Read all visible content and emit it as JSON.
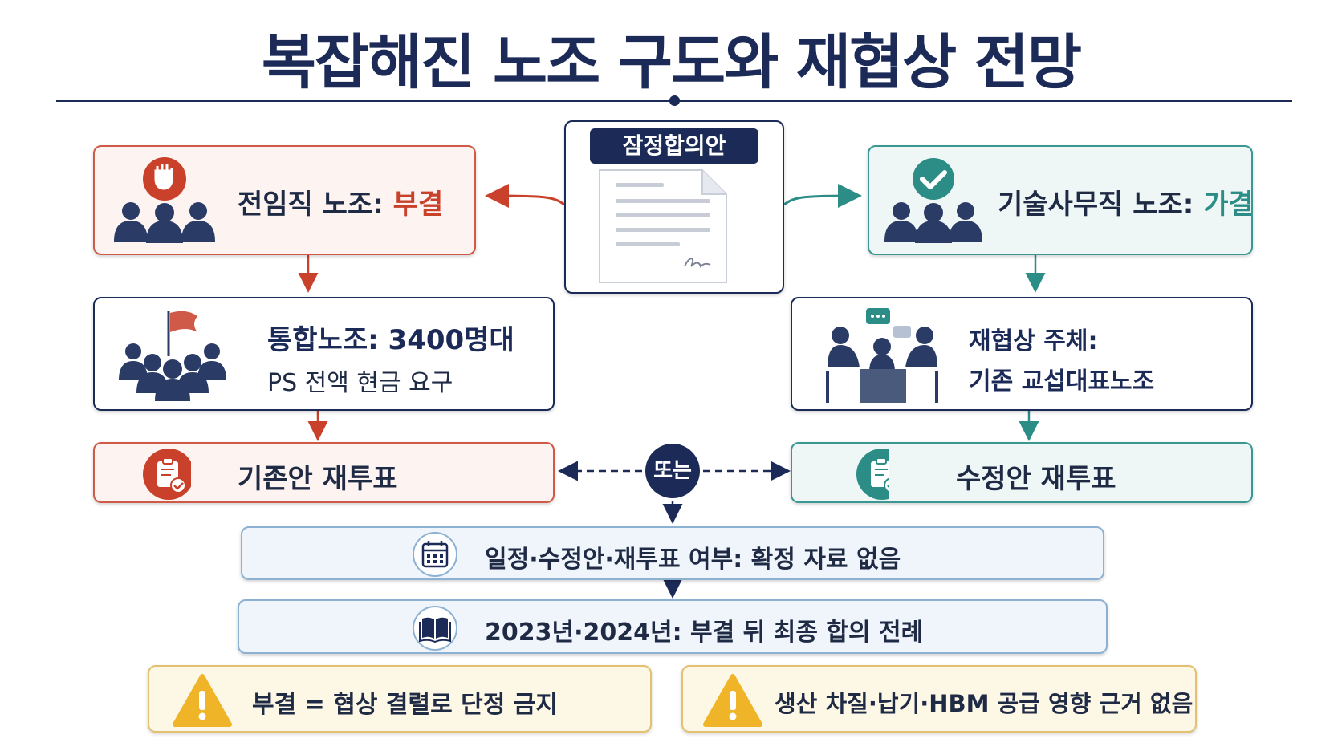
{
  "title": "복잡해진 노조 구도와 재협상 전망",
  "center": {
    "label": "잠정합의안"
  },
  "left": {
    "box1": {
      "prefix": "전임직 노조: ",
      "result": "부결"
    },
    "box2": {
      "line1": "통합노조:  3400명대",
      "line2": "PS 전액 현금 요구"
    },
    "box3": {
      "label": "기존안 재투표"
    }
  },
  "right": {
    "box1": {
      "prefix": "기술사무직 노조: ",
      "result": "가결"
    },
    "box2": {
      "line1": "재협상 주체:",
      "line2": "기존 교섭대표노조"
    },
    "box3": {
      "label": "수정안 재투표"
    }
  },
  "or_label": "또는",
  "info1": "일정·수정안·재투표 여부: 확정 자료 없음",
  "info2": "2023년·2024년: 부결 뒤 최종 합의 전례",
  "warn1": "부결 = 협상 결렬로 단정 금지",
  "warn2": "생산 차질·납기·HBM 공급 영향 근거 없음",
  "colors": {
    "red": "#cf5a47",
    "teal": "#3b9791",
    "navy": "#1b2a57",
    "yellow": "#e3c170"
  },
  "icons": [
    "fist-icon",
    "group-icon",
    "document-icon",
    "check-icon",
    "flag-icon",
    "meeting-icon",
    "ballot-icon",
    "calendar-icon",
    "book-icon",
    "warning-icon"
  ]
}
